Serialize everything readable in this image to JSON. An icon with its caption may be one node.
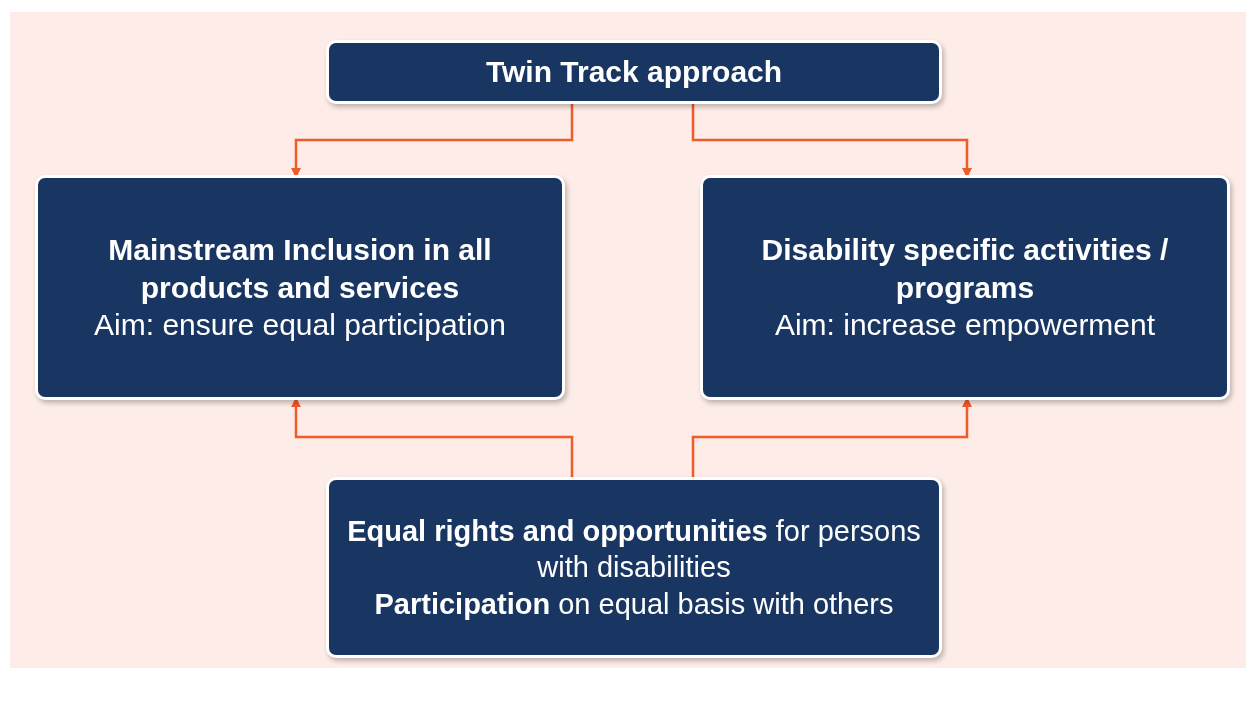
{
  "diagram": {
    "nodes": [
      {
        "text": [
          "Twin Track approach"
        ]
      },
      {
        "text": [
          "Mainstream Inclusion in all products and services",
          "Aim: ensure equal participation"
        ]
      },
      {
        "text": [
          "Disability specific activities / programs",
          "Aim: increase empowerment"
        ]
      },
      {
        "text": [
          "**Equal rights and opportunities** for persons with disabilities",
          "**Participation** on equal basis with others"
        ]
      }
    ],
    "edges": [
      {
        "from": 0,
        "to": 1,
        "arrow": "to"
      },
      {
        "from": 0,
        "to": 2,
        "arrow": "to"
      },
      {
        "from": 3,
        "to": 1,
        "arrow": "to"
      },
      {
        "from": 3,
        "to": 2,
        "arrow": "to"
      }
    ]
  }
}
